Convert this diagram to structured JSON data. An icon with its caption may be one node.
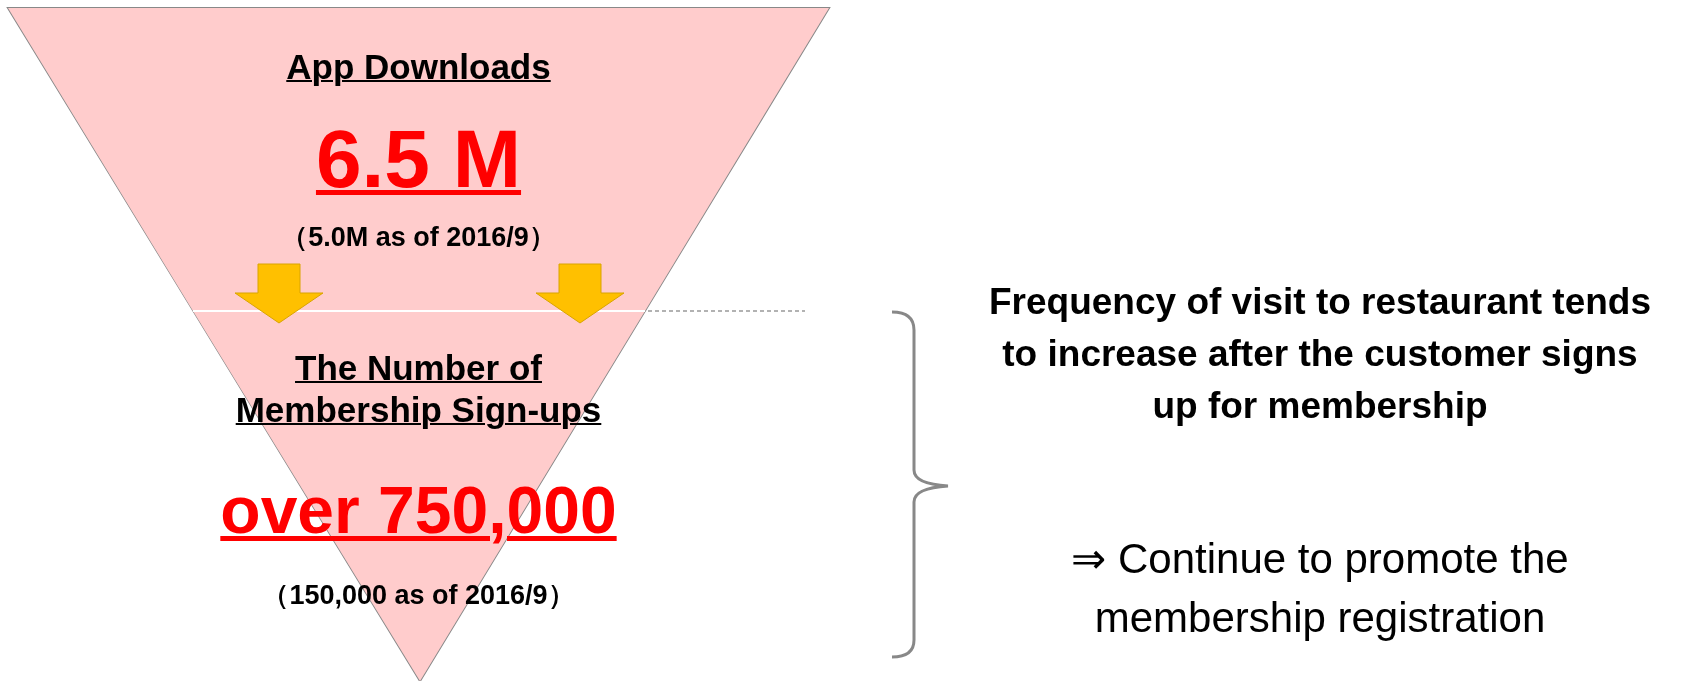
{
  "diagram": {
    "nodes": [
      {
        "text": [
          "App Downloads",
          "6.5 M",
          "（5.0M as of 2016/9）"
        ]
      },
      {
        "text": [
          "The Number of Membership Sign-ups",
          "over 750,000",
          "（150,000 as of 2016/9）"
        ]
      }
    ],
    "edges": [
      {
        "from": 0,
        "to": 1,
        "arrow": "to"
      },
      {
        "from": 0,
        "to": 1,
        "arrow": "to"
      }
    ],
    "labels": [
      "Frequency of visit to restaurant tends to increase after the customer signs up for membership",
      "⇒ Continue to promote the membership registration"
    ]
  }
}
